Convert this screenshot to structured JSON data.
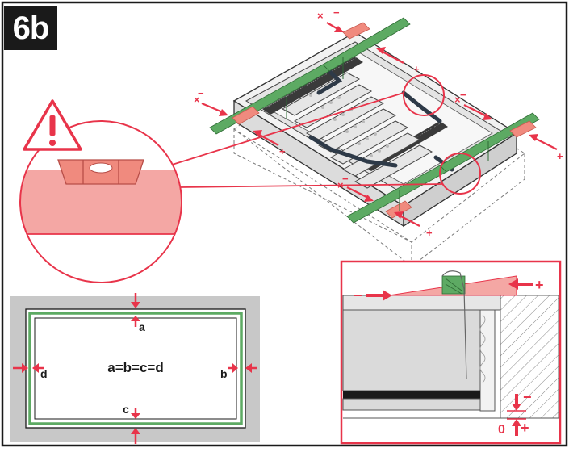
{
  "step_label": "6b",
  "colors": {
    "frame_border": "#1a1a1a",
    "accent_red": "#e8344a",
    "pink_fill": "#f4a7a4",
    "salmon": "#f08a7e",
    "green": "#5daa63",
    "grey_panel": "#c8c8c8",
    "warning_icon": "#e8344a"
  },
  "icons": {
    "warning": "warning-triangle-icon",
    "arrow": "inward-arrow-icon"
  },
  "main_illustration": {
    "plus_marks": [
      "+",
      "+",
      "+",
      "+"
    ],
    "minus_marks": [
      "−",
      "−",
      "−",
      "−"
    ],
    "cross_marks": [
      "×",
      "×",
      "×",
      "×"
    ]
  },
  "gap_panel": {
    "label_a": "a",
    "label_b": "b",
    "label_c": "c",
    "label_d": "d",
    "equation": "a=b=c=d"
  },
  "detail_panel": {
    "minus_top": "−",
    "plus_top": "+",
    "minus_bottom": "−",
    "zero_label": "0",
    "plus_bottom": "+"
  }
}
